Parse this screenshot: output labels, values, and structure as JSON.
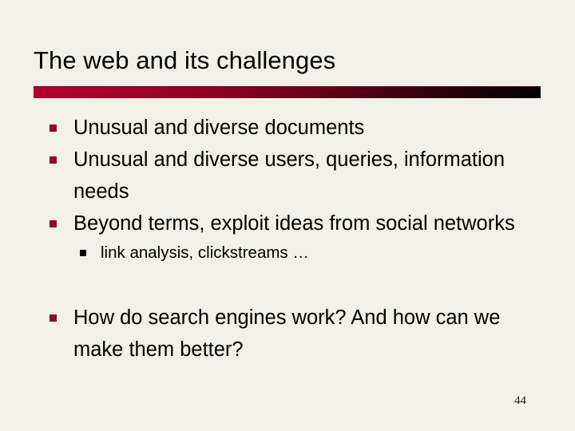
{
  "slide": {
    "title": "The web and its challenges",
    "page_number": "44",
    "background_color": "#f1f0e9",
    "title_color": "#000000",
    "rule_gradient_from": "#b4002a",
    "rule_gradient_to": "#040002",
    "bullet_marker_color_level1": "#96071e",
    "bullet_marker_color_level2": "#000000",
    "body_text_color": "#000000"
  },
  "bullets": [
    {
      "level": 1,
      "text": "Unusual and diverse documents"
    },
    {
      "level": 1,
      "text": "Unusual and diverse users, queries, information needs"
    },
    {
      "level": 1,
      "text": "Beyond terms, exploit ideas from social networks"
    },
    {
      "level": 2,
      "text": "link analysis, clickstreams …"
    },
    {
      "level": 1,
      "text": "How do search engines work?  And how can we make them better?"
    }
  ]
}
